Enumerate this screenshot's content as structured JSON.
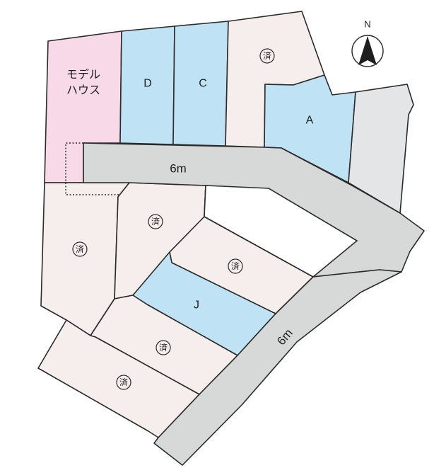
{
  "colors": {
    "available": "#bfe3f5",
    "sold": "#f6eeec",
    "model_house": "#f8d9e7",
    "other": "#e3e5e6",
    "road": "#d7d8d8"
  },
  "compass": {
    "label": "N",
    "icon": "north-arrow-icon"
  },
  "lots": {
    "model_house": {
      "label_line1": "モデル",
      "label_line2": "ハウス",
      "status": "model_house"
    },
    "d": {
      "label": "D",
      "status": "available"
    },
    "c": {
      "label": "C",
      "status": "available"
    },
    "a": {
      "label": "A",
      "status": "available"
    },
    "j": {
      "label": "J",
      "status": "available"
    },
    "sold_mark": "済"
  },
  "roads": {
    "horizontal": {
      "label": "6m"
    },
    "diagonal": {
      "label": "6m"
    }
  }
}
